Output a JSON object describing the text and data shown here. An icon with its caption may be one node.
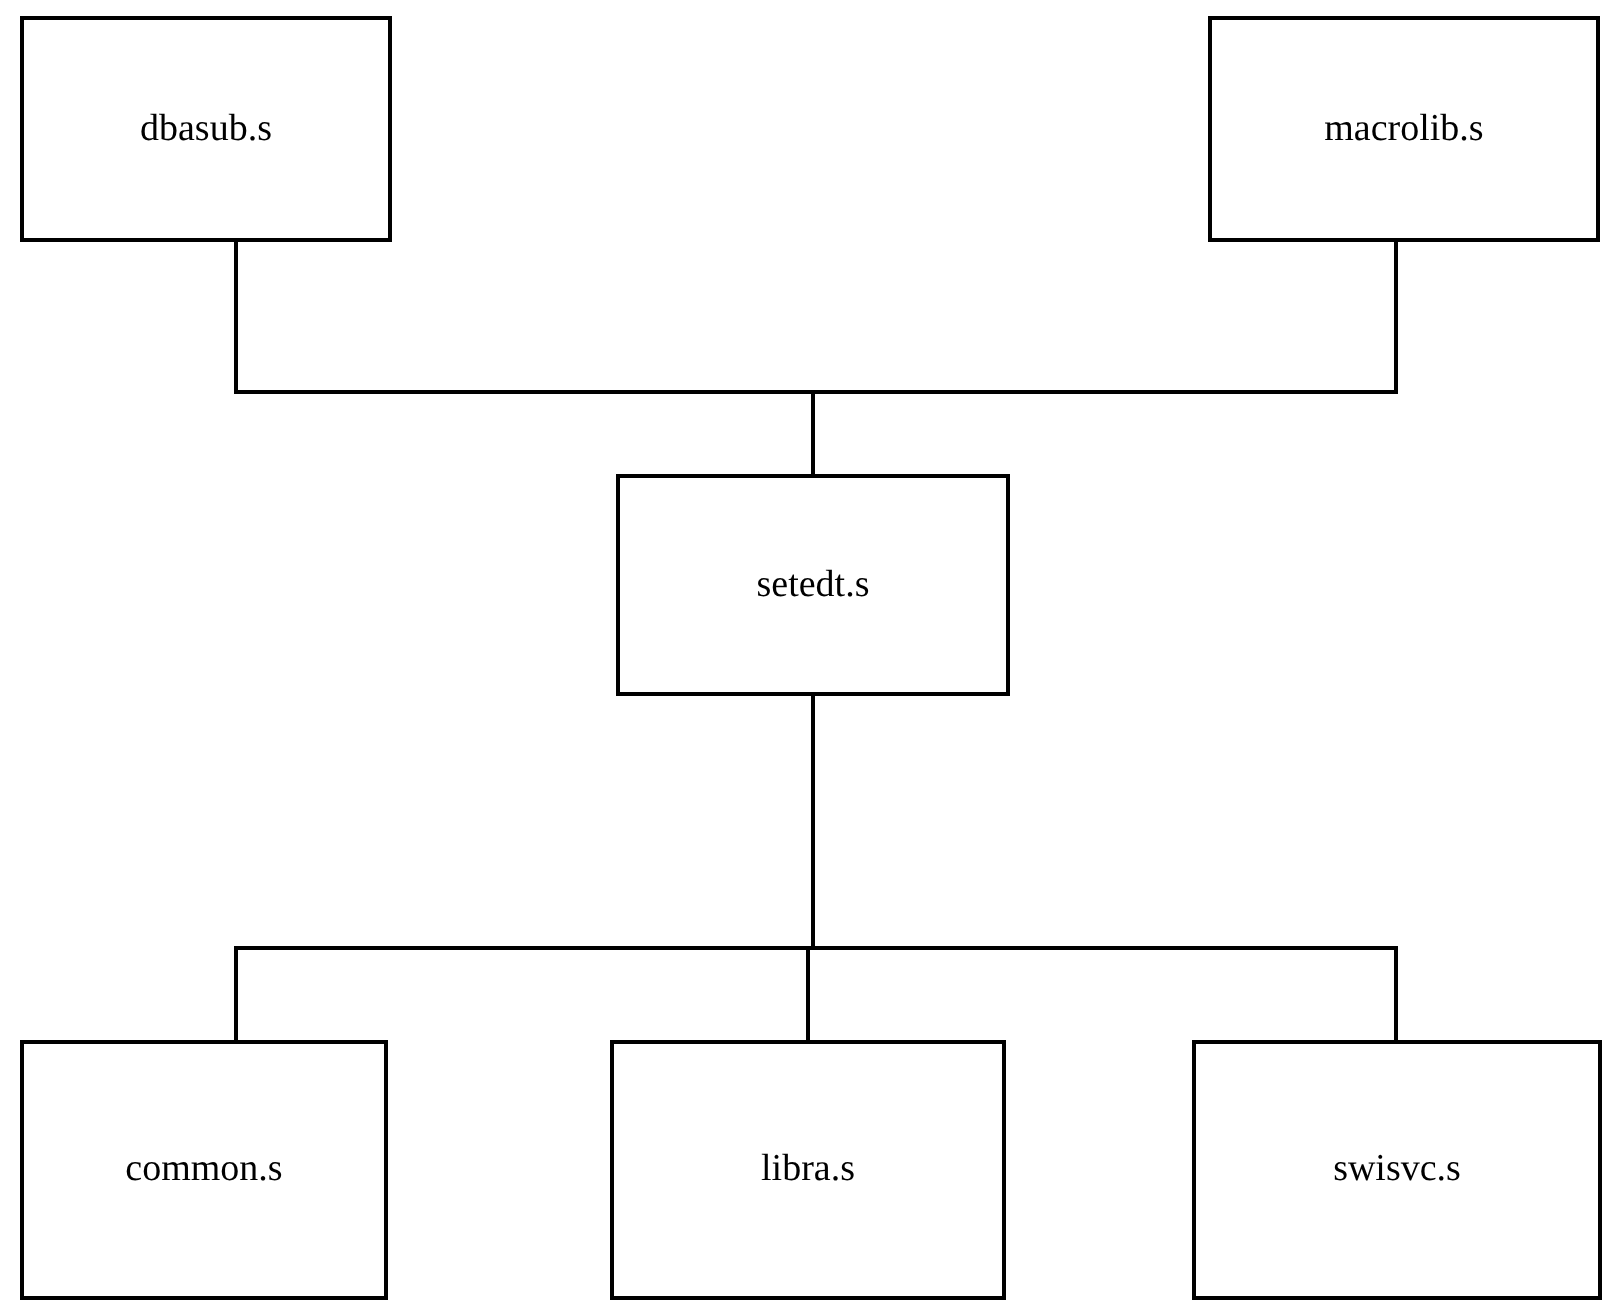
{
  "diagram": {
    "nodes": [
      {
        "text": [
          "dbasub.s"
        ]
      },
      {
        "text": [
          "macrolib.s"
        ]
      },
      {
        "text": [
          "setedt.s"
        ]
      },
      {
        "text": [
          "common.s"
        ]
      },
      {
        "text": [
          "libra.s"
        ]
      },
      {
        "text": [
          "swisvc.s"
        ]
      }
    ],
    "edges": [
      {
        "from": 0,
        "to": 2,
        "arrow": "none"
      },
      {
        "from": 1,
        "to": 2,
        "arrow": "none"
      },
      {
        "from": 2,
        "to": 3,
        "arrow": "none"
      },
      {
        "from": 2,
        "to": 4,
        "arrow": "none"
      },
      {
        "from": 2,
        "to": 5,
        "arrow": "none"
      }
    ]
  }
}
